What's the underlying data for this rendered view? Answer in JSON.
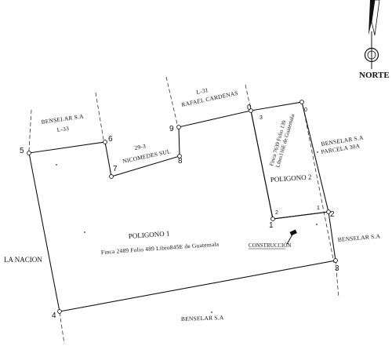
{
  "north": {
    "label": "NORTE"
  },
  "neighbors": {
    "top_left_owner": "BENSELAR S.A",
    "top_left_lot": "L-33",
    "lot_29_number": "29-3",
    "lot_29_owner": "NICOMEDES SUL",
    "lot_31_number": "L-31",
    "lot_31_owner": "RAFAEL CARDENAS",
    "right_upper_owner": "BENSELAR S.A",
    "right_upper_parcel": "PARCELA 30A",
    "right_lower_owner": "BENSELAR S.A",
    "bottom_owner": "BENSELAR S.A",
    "left_road": "LA NACION"
  },
  "polygons": {
    "p1_title": "POLIGONO 1",
    "p1_registry": "Finca 2489 Folio 489 Libro845E de Guatemala",
    "p2_title": "POLIGONO 2",
    "p2_registry_line1": "Finca 7639 Folio 139",
    "p2_registry_line2": "Libro116E de Guatemala"
  },
  "annotations": {
    "construction": "CONSTRUCCIÓN"
  },
  "vertices": {
    "v0_outer": "0",
    "v0_inner": "0",
    "v1_outer": "1",
    "v1_inner": "1",
    "v2_outer": "2",
    "v2_inner": "2",
    "v3_outer": "3",
    "v3_inner": "3",
    "v4": "4",
    "v5": "5",
    "v6": "6",
    "v7": "7",
    "v8": "8",
    "v9": "9"
  }
}
